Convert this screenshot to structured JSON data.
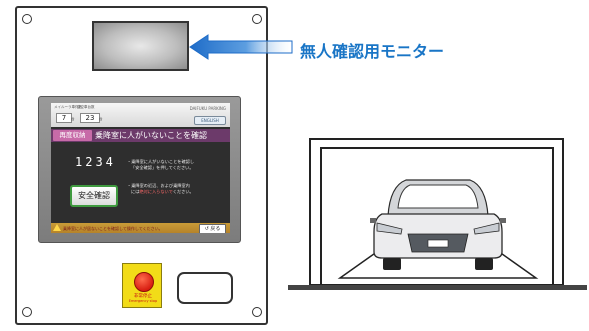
{
  "panel": {
    "monitor_label": "無人確認用モニター",
    "screen": {
      "info_label_1": "メイルーラ車件数",
      "info_label_2": "全空車台数",
      "count_1": "7",
      "count_1_unit": "台",
      "count_2": "23",
      "count_2_unit": "台",
      "system_label": "DAIFUKU PARKING",
      "english_button": "ENGLISH",
      "tag": "再度収納",
      "title": "乗降室に人がいないことを確認",
      "code": "1234",
      "confirm_button": "安全確認",
      "note_1_line_1": "・乗降室に人がいないことを確認し",
      "note_1_line_2": "「安全確認」を押してください。",
      "note_2_line_1": "・乗降室の近辺、および乗降室内",
      "note_2_line_2_prefix": "には",
      "note_2_line_2_highlight": "絶対に入らないで",
      "note_2_line_2_suffix": "ください。",
      "warning_text": "乗降室に人が居ないことを確認して操作してください。",
      "back_button": "戻る"
    },
    "emergency_stop": {
      "label_jp": "非常停止",
      "label_en": "Emergency stop"
    }
  },
  "colors": {
    "caption": "#1975c6",
    "arrow": "#2f7fd6",
    "tag": "#c76ba8",
    "titlebar": "#6c3a6a",
    "confirm_border": "#3f9a3f",
    "estop": "#f2dc18"
  }
}
